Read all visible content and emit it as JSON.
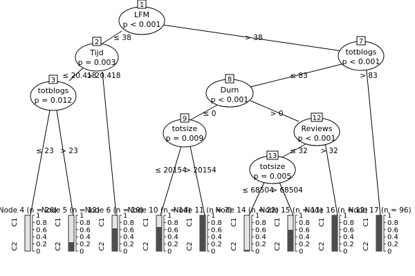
{
  "tree": {
    "nodes": [
      {
        "id": "1",
        "variable": "LFM",
        "p": "p < 0.001"
      },
      {
        "id": "2",
        "variable": "Tijd",
        "p": "p = 0.003"
      },
      {
        "id": "3",
        "variable": "totblogs",
        "p": "p = 0.012"
      },
      {
        "id": "7",
        "variable": "totblogs",
        "p": "p < 0.001"
      },
      {
        "id": "8",
        "variable": "Durn",
        "p": "p < 0.001"
      },
      {
        "id": "9",
        "variable": "totsize",
        "p": "p = 0.009"
      },
      {
        "id": "12",
        "variable": "Reviews",
        "p": "p < 0.001"
      },
      {
        "id": "13",
        "variable": "totsize",
        "p": "p = 0.005"
      }
    ],
    "edge_labels": {
      "n1_left": "≤ 38",
      "n1_right": "> 38",
      "n2_left": "≤ 20.418",
      "n2_right": "> 20.418",
      "n3_left": "≤ 23",
      "n3_right": "> 23",
      "n7_left": "≤ 83",
      "n7_right": "> 83",
      "n8_left": "≤ 0",
      "n8_right": "> 0",
      "n9_left": "≤ 20154",
      "n9_right": "> 20154",
      "n12_left": "≤ 32",
      "n12_right": "> 32",
      "n13_left": "≤ 68504",
      "n13_right": "> 68504"
    },
    "terminals": [
      {
        "title": "Node 4 (n = 26)"
      },
      {
        "title": "Node 5 (n = 12)"
      },
      {
        "title": "Node 6 (n = 19)"
      },
      {
        "title": "Node 10 (n = 14)"
      },
      {
        "title": "Node 11 (n = 7)"
      },
      {
        "title": "Node 14 (n = 22)"
      },
      {
        "title": "Node 15 (n = 11)"
      },
      {
        "title": "Node 16 (n = 12)"
      },
      {
        "title": "Node 17 (n = 96)"
      }
    ],
    "class_labels": {
      "top": "C1",
      "bottom": "C2"
    },
    "axis_ticks": [
      "1",
      "0.8",
      "0.6",
      "0.4",
      "0.2",
      "0"
    ],
    "colors": {
      "c2_fill": "#4d4d4d",
      "c1_fill": "#e6e6e6",
      "line": "#000000"
    }
  }
}
